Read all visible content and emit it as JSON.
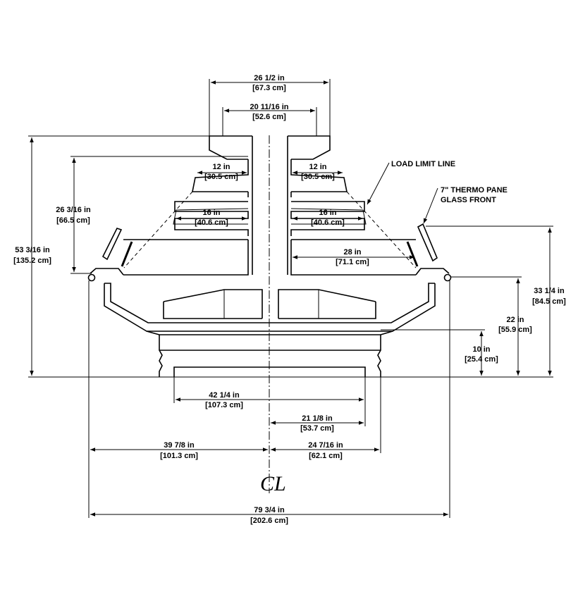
{
  "dimensions": {
    "top_outer": {
      "imperial": "26 1/2 in",
      "metric": "[67.3 cm]"
    },
    "top_inner": {
      "imperial": "20 11/16 in",
      "metric": "[52.6 cm]"
    },
    "shelf1_left": {
      "imperial": "12 in",
      "metric": "[30.5 cm]"
    },
    "shelf1_right": {
      "imperial": "12 in",
      "metric": "[30.5 cm]"
    },
    "shelf2_left": {
      "imperial": "16 in",
      "metric": "[40.6 cm]"
    },
    "shelf2_right": {
      "imperial": "16 in",
      "metric": "[40.6 cm]"
    },
    "shelf3_right": {
      "imperial": "28 in",
      "metric": "[71.1 cm]"
    },
    "shelf_height": {
      "imperial": "26 3/16 in",
      "metric": "[66.5 cm]"
    },
    "overall_height": {
      "imperial": "53 3/16 in",
      "metric": "[135.2 cm]"
    },
    "glass_height": {
      "imperial": "33 1/4 in",
      "metric": "[84.5 cm]"
    },
    "rail_height": {
      "imperial": "22 in",
      "metric": "[55.9 cm]"
    },
    "base_height": {
      "imperial": "10 in",
      "metric": "[25.4 cm]"
    },
    "base_width": {
      "imperial": "42 1/4 in",
      "metric": "[107.3 cm]"
    },
    "base_half": {
      "imperial": "21 1/8 in",
      "metric": "[53.7 cm]"
    },
    "left_width": {
      "imperial": "39 7/8 in",
      "metric": "[101.3 cm]"
    },
    "right_width": {
      "imperial": "24 7/16 in",
      "metric": "[62.1 cm]"
    },
    "overall_width": {
      "imperial": "79 3/4 in",
      "metric": "[202.6 cm]"
    }
  },
  "callouts": {
    "load_limit": "LOAD LIMIT LINE",
    "glass_line1": "7\" THERMO PANE",
    "glass_line2": "GLASS FRONT"
  },
  "centerline_symbol": "CL"
}
